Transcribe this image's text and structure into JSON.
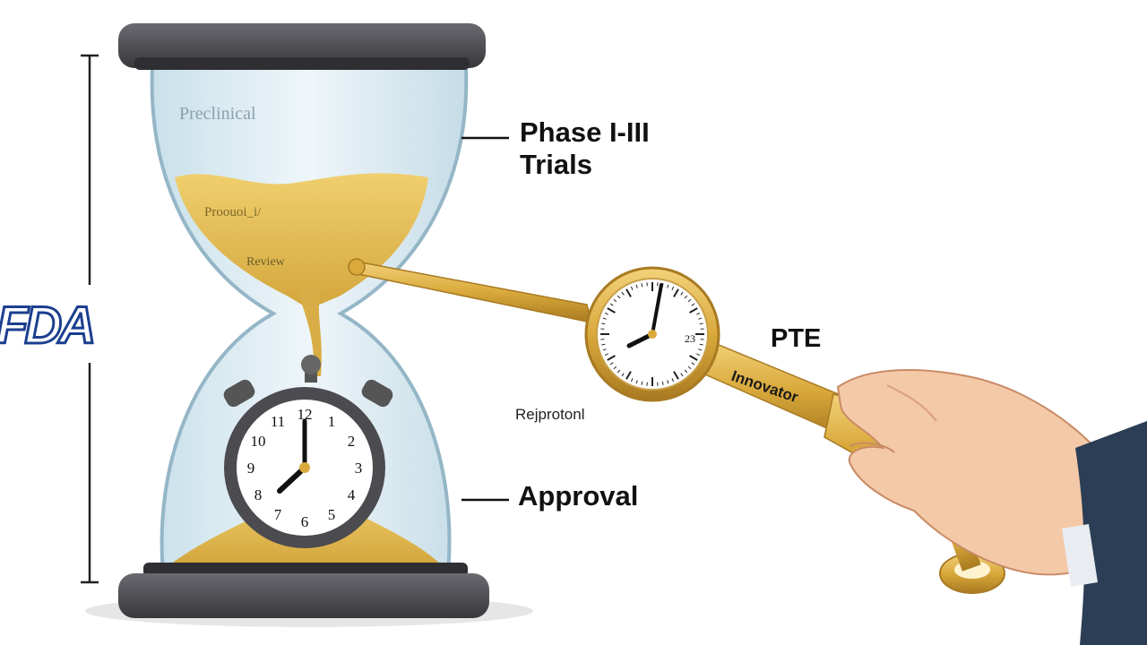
{
  "labels": {
    "phase_trials": "Phase I-III\nTrials",
    "approval": "Approval",
    "pte": "PTE",
    "innovator": "Innovator",
    "preclinical": "Preclinical",
    "protocol": "Proouoi_i/",
    "review": "Review",
    "reprotonl": "Rejprotonl",
    "fda": "FDA"
  },
  "clock_numbers": [
    "12",
    "1",
    "2",
    "3",
    "4",
    "5",
    "6",
    "7",
    "8",
    "9",
    "10",
    "11"
  ],
  "gauge_numbers": [
    "23"
  ],
  "colors": {
    "sand": "#e3bc4f",
    "sand_dark": "#c99a2e",
    "glass": "#dcecf3",
    "glass_edge": "#8fb3c4",
    "base": "#4a4a4f",
    "gold": "#d9a93c",
    "fda_blue": "#1b3f8f",
    "skin": "#f4c9a8",
    "sleeve": "#2c3e55"
  }
}
